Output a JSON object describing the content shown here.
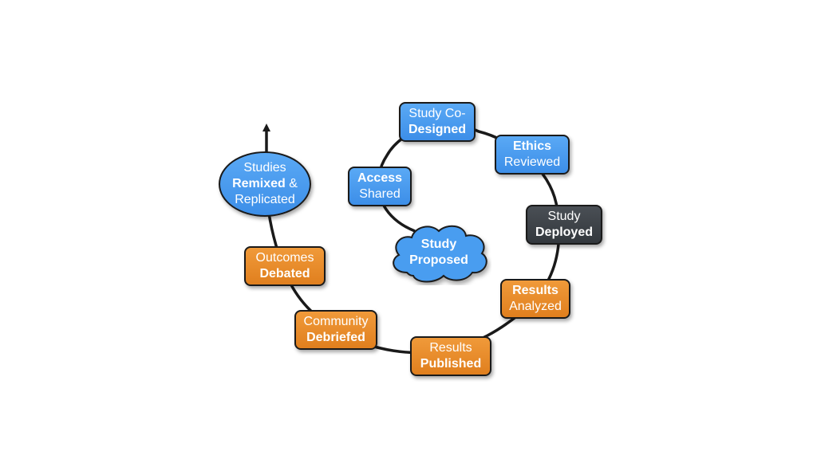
{
  "colors": {
    "blue": "#4a9df0",
    "orange": "#e8891f",
    "dark": "#3a3f45",
    "line": "#1a1a1a"
  },
  "nodes": {
    "study_proposed": {
      "line1": "Study",
      "line2": "Proposed",
      "shape": "cloud",
      "color": "blue"
    },
    "study_codesigned": {
      "line1": "Study Co-",
      "line2": "Designed",
      "shape": "rounded-rect",
      "color": "blue"
    },
    "ethics_reviewed": {
      "line1": "Ethics",
      "line2": "Reviewed",
      "shape": "rounded-rect",
      "color": "blue"
    },
    "study_deployed": {
      "line1": "Study",
      "line2": "Deployed",
      "shape": "rounded-rect",
      "color": "dark"
    },
    "results_analyzed": {
      "line1": "Results",
      "line2": "Analyzed",
      "shape": "rounded-rect",
      "color": "orange"
    },
    "results_published": {
      "line1": "Results",
      "line2": "Published",
      "shape": "rounded-rect",
      "color": "orange"
    },
    "community_debriefed": {
      "line1": "Community",
      "line2": "Debriefed",
      "shape": "rounded-rect",
      "color": "orange"
    },
    "outcomes_debated": {
      "line1": "Outcomes",
      "line2": "Debated",
      "shape": "rounded-rect",
      "color": "orange"
    },
    "studies_remixed": {
      "line1": "Studies",
      "line2a": "Remixed",
      "line2b": " &",
      "line3": "Replicated",
      "shape": "ellipse",
      "color": "blue"
    },
    "access_shared": {
      "line1": "Access",
      "line2": "Shared",
      "shape": "rounded-rect",
      "color": "blue"
    }
  }
}
